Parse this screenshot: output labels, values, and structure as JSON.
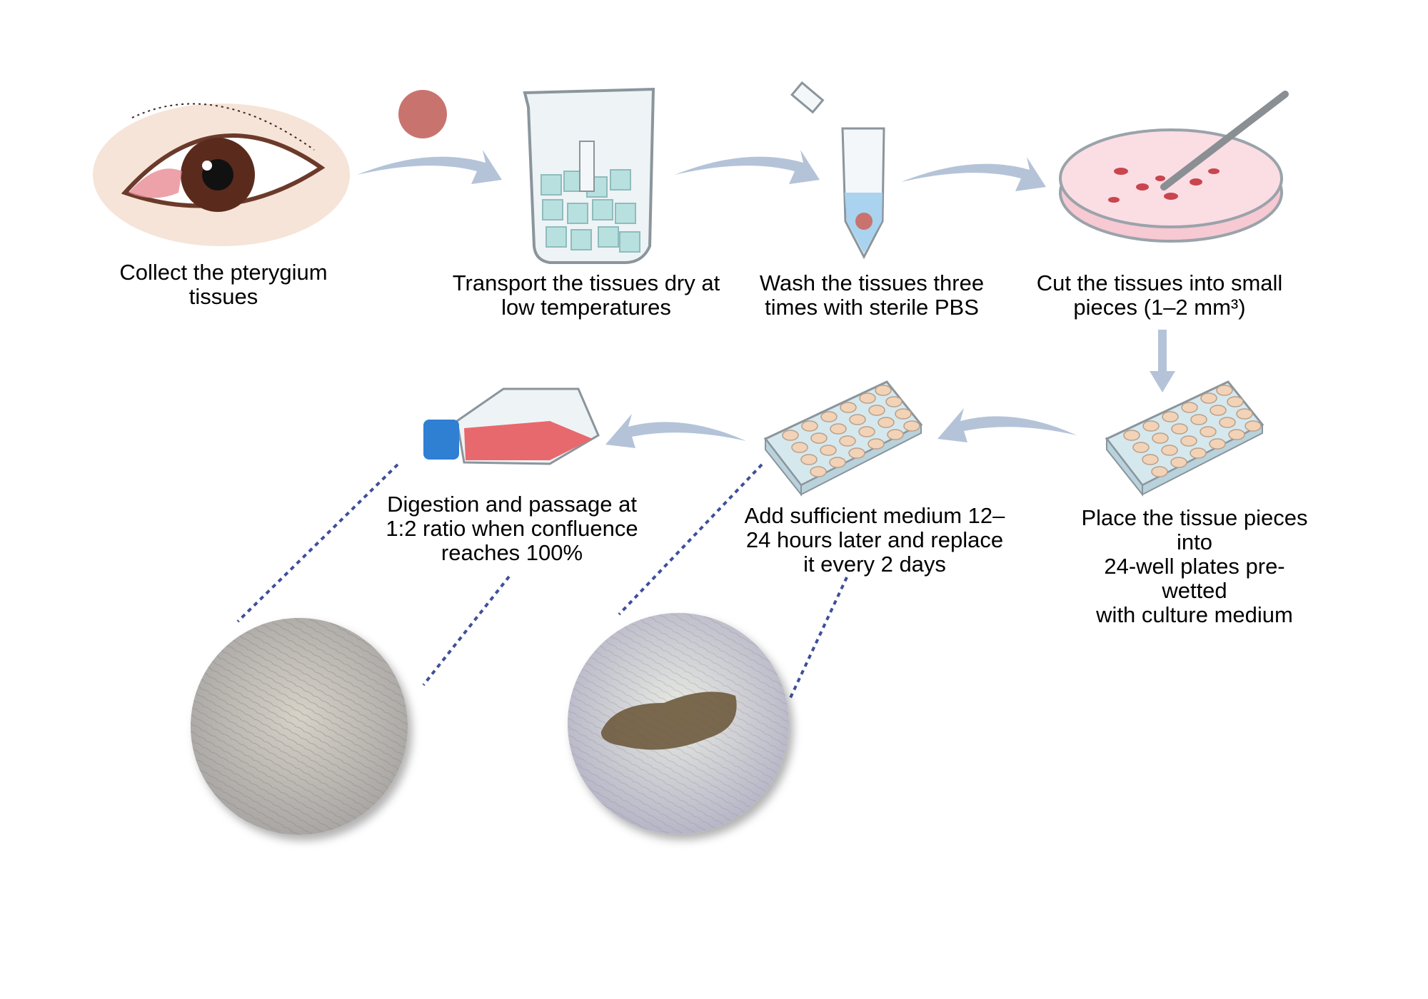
{
  "steps": [
    {
      "label": "Collect the pterygium\ntissues"
    },
    {
      "label": "Transport the tissues dry at\nlow temperatures"
    },
    {
      "label": "Wash the tissues three\ntimes with sterile PBS"
    },
    {
      "label": "Cut the tissues into small\npieces (1–2 mm³)"
    },
    {
      "label": "Place the tissue pieces into\n24-well plates pre-wetted\nwith culture medium"
    },
    {
      "label": "Add sufficient medium 12–\n24 hours later and replace\nit every 2 days"
    },
    {
      "label": "Digestion and passage at\n1:2 ratio when confluence\nreaches 100%"
    }
  ],
  "colors": {
    "arrow": "#b4c3d8",
    "dotted_line": "#3e4f9a",
    "medium_pink": "#f6c9d3",
    "flask_medium": "#e8696d",
    "cap_blue": "#2f7fd3"
  }
}
